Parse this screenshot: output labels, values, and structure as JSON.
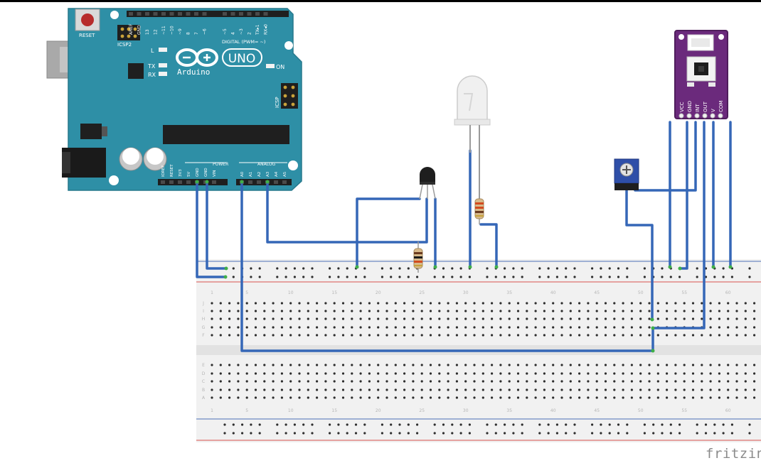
{
  "arduino": {
    "board_name": "UNO",
    "brand": "Arduino",
    "reset_label": "RESET",
    "icsp2_label": "ICSP2",
    "icsp_label": "ICSP",
    "led_l": "L",
    "led_tx": "TX",
    "led_rx": "RX",
    "on_label": "ON",
    "digital_label": "DIGITAL (PWM= ~)",
    "power_label": "POWER",
    "analog_label": "ANALOG",
    "digital_pins": [
      "AREF",
      "GND",
      "13",
      "12",
      "~11",
      "~10",
      "~9",
      "8",
      "7",
      "~6",
      "~5",
      "4",
      "~3",
      "2",
      "TX▸1",
      "RX◂0"
    ],
    "power_pins": [
      "IOREF",
      "RESET",
      "3V3",
      "5V",
      "GND",
      "GND",
      "VIN"
    ],
    "analog_pins": [
      "A0",
      "A1",
      "A2",
      "A3",
      "A4",
      "A5"
    ],
    "colors": {
      "board": "#2e8fa6",
      "header": "#1f1f1f",
      "trace": "#5cb8cc"
    }
  },
  "sensor_module": {
    "pins": [
      "VCC",
      "GND",
      "INT",
      "OUT",
      "V",
      "COM"
    ],
    "colors": {
      "pcb": "#6b2a7c",
      "border": "#4f1d5c"
    }
  },
  "breadboard": {
    "column_numbers": [
      "1",
      "5",
      "10",
      "15",
      "20",
      "25",
      "30",
      "35",
      "40",
      "45",
      "50",
      "55",
      "60"
    ],
    "row_letters_top": [
      "J",
      "I",
      "H",
      "G",
      "F"
    ],
    "row_letters_bottom": [
      "E",
      "D",
      "C",
      "B",
      "A"
    ],
    "colors": {
      "body": "#f1f1f1",
      "rail_red": "#d9534f",
      "rail_blue": "#4a6fb8",
      "hole": "#2d2d2d",
      "active_hole": "#3fae49"
    }
  },
  "wires": {
    "color": "#3567b7"
  },
  "watermark": "fritzing"
}
